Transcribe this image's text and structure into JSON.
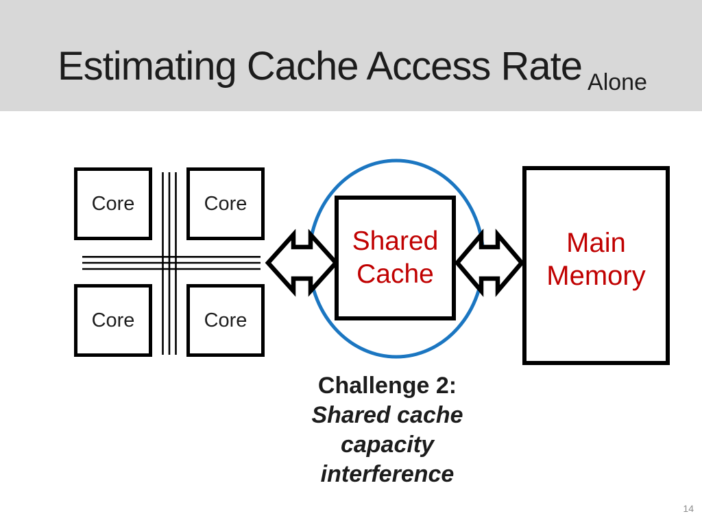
{
  "slide": {
    "title": "Estimating Cache Access Rate",
    "title_subscript": "Alone",
    "page_number": "14"
  },
  "diagram": {
    "core_labels": [
      "Core",
      "Core",
      "Core",
      "Core"
    ],
    "shared_cache_label": "Shared\nCache",
    "main_memory_label": "Main\nMemory",
    "caption_heading": "Challenge 2:",
    "caption_body": "Shared cache\ncapacity\ninterference"
  },
  "colors": {
    "header_gray": "#d8d8d8",
    "box_border_black": "#000000",
    "label_red": "#c00000",
    "highlight_circle_blue": "#1b76c1",
    "page_number_gray": "#8c8c8c"
  }
}
